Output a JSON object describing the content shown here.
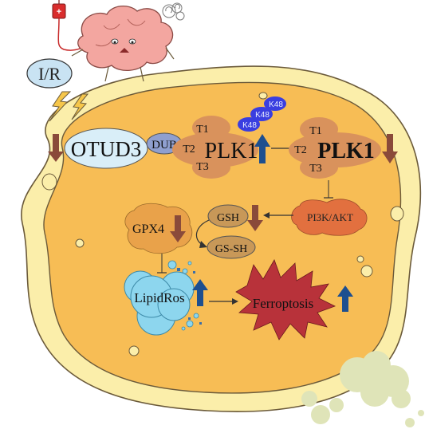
{
  "labels": {
    "ir": "I/R",
    "otud3": "OTUD3",
    "dub": "DUB",
    "plk1": "PLK1",
    "t1": "T1",
    "t2": "T2",
    "t3": "T3",
    "k48": "K48",
    "pi3k_akt": "PI3K/AKT",
    "gsh": "GSH",
    "gssh": "GS-SH",
    "gpx4": "GPX4",
    "lipidros": "LipidRos",
    "ferroptosis": "Ferroptosis",
    "blood_bag_cross": "+"
  },
  "colors": {
    "cell_outer": "#fbeeaa",
    "cell_inner": "#f7bd55",
    "cell_outline": "#6b5a3a",
    "otud3_fill": "#d9eef8",
    "dub_fill": "#8f9fcf",
    "plk1_fill": "#d9925c",
    "k48_fill": "#3a3ee0",
    "arrow_up_blue": "#1e4f8f",
    "arrow_down_brown": "#8a4a3a",
    "pi3k_fill": "#e2703f",
    "gsh_fill": "#c89858",
    "gpx4_fill": "#e9a24a",
    "lipid_fill": "#8dd6ee",
    "ferro_fill": "#b8323a",
    "ir_fill": "#c9e3f3",
    "green_blob": "#dfe4b8",
    "brain_fill": "#f3a6a0"
  }
}
